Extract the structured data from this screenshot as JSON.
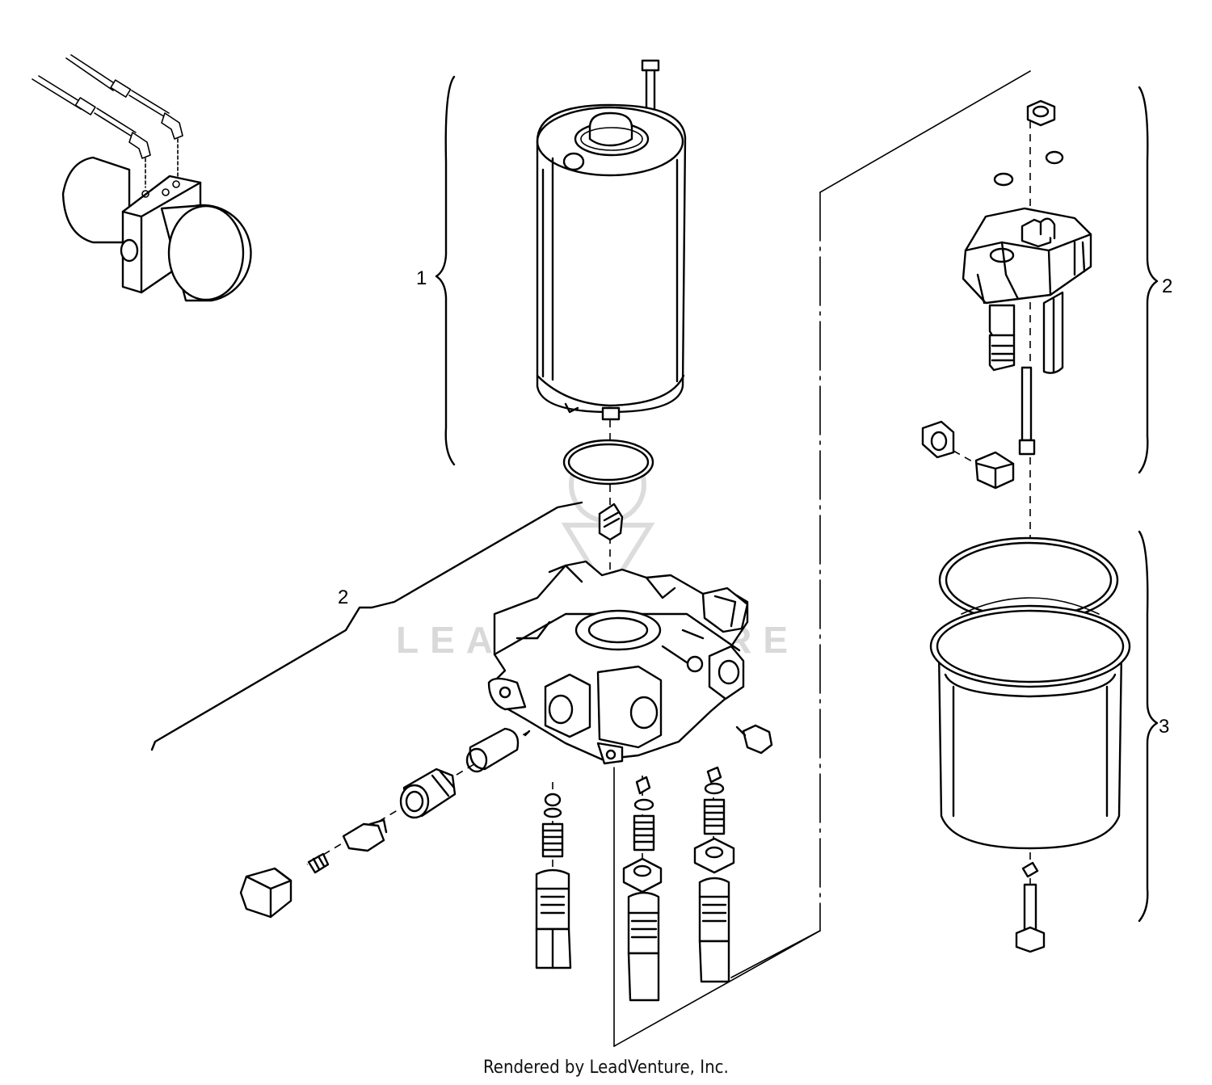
{
  "callouts": [
    {
      "label": "1"
    },
    {
      "label": "2"
    },
    {
      "label": "2"
    },
    {
      "label": "3"
    }
  ],
  "watermark": {
    "text": "LEADVENTURE"
  },
  "footer": {
    "credit": "Rendered by LeadVenture, Inc."
  }
}
